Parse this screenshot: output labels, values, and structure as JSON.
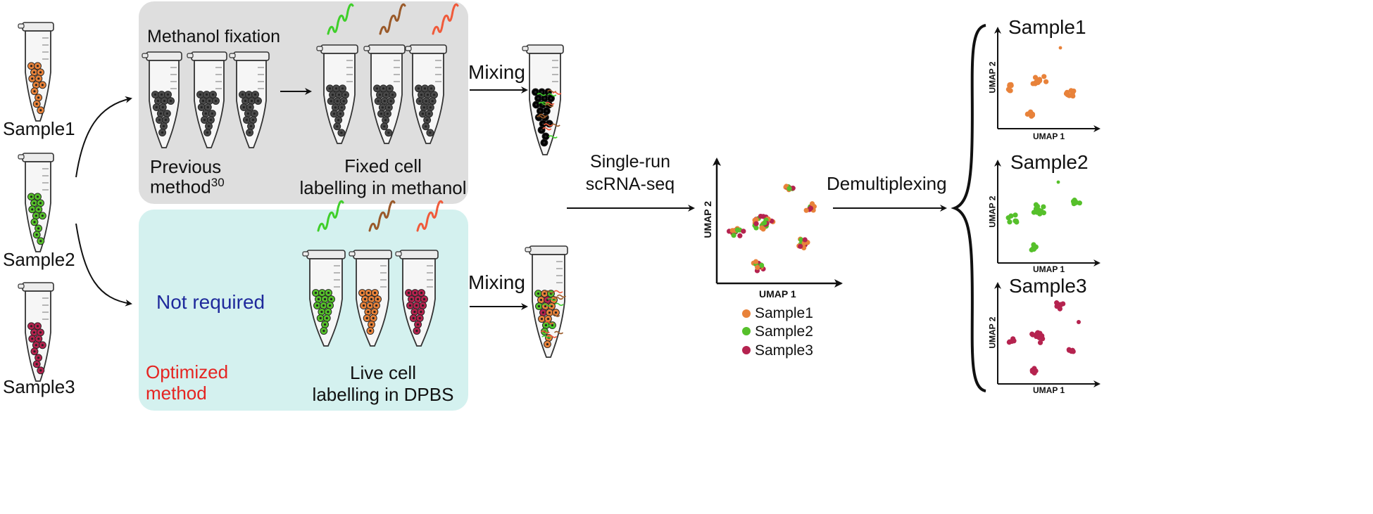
{
  "samples": [
    {
      "label": "Sample1",
      "color": "#e8823a"
    },
    {
      "label": "Sample2",
      "color": "#56c02b"
    },
    {
      "label": "Sample3",
      "color": "#b5234f"
    }
  ],
  "top_panel": {
    "heading": "Methanol fixation",
    "left_label_line1": "Previous",
    "left_label_line2": "method",
    "left_label_sup": "30",
    "right_label_line1": "Fixed cell",
    "right_label_line2": "labelling in methanol",
    "bg_color": "#dedede"
  },
  "bottom_panel": {
    "not_required": "Not required",
    "optimized_line1": "Optimized",
    "optimized_line2": "method",
    "right_label_line1": "Live cell",
    "right_label_line2": "labelling in DPBS",
    "bg_color": "#d4f1ef",
    "not_required_color": "#1f2a9c",
    "optimized_color": "#e52421"
  },
  "barcode_colors": [
    "#3fcf2a",
    "#9a5a2a",
    "#f05a3a"
  ],
  "mixing_label": "Mixing",
  "sequencing_line1": "Single-run",
  "sequencing_line2": "scRNA-seq",
  "demux_label": "Demultiplexing",
  "main_umap": {
    "xlabel": "UMAP 1",
    "ylabel": "UMAP 2"
  },
  "legend": [
    "Sample1",
    "Sample2",
    "Sample3"
  ],
  "small_umaps": [
    {
      "title": "Sample1",
      "xlabel": "UMAP 1",
      "ylabel": "UMAP 2"
    },
    {
      "title": "Sample2",
      "xlabel": "UMAP 1",
      "ylabel": "UMAP 2"
    },
    {
      "title": "Sample3",
      "xlabel": "UMAP 1",
      "ylabel": "UMAP 2"
    }
  ]
}
